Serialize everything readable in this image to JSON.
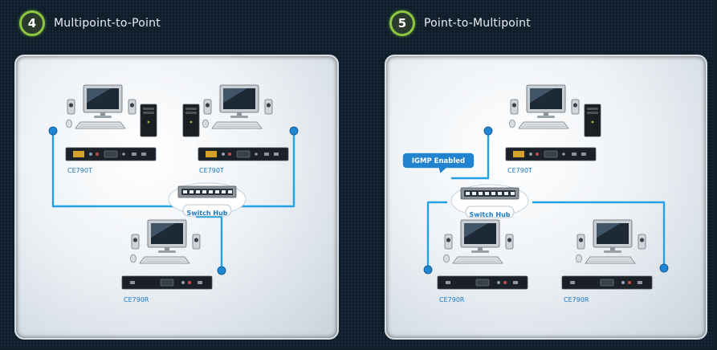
{
  "sections": [
    {
      "number": "4",
      "title": "Multipoint-to-Point",
      "transmitters": [
        "CE790T",
        "CE790T"
      ],
      "receivers": [
        "CE790R"
      ],
      "hub_label": "Switch Hub"
    },
    {
      "number": "5",
      "title": "Point-to-Multipoint",
      "transmitters": [
        "CE790T"
      ],
      "receivers": [
        "CE790R",
        "CE790R"
      ],
      "hub_label": "Switch Hub",
      "callout": "IGMP Enabled"
    }
  ],
  "colors": {
    "accent_green": "#8cc63f",
    "cable_blue": "#23a3e6",
    "label_blue": "#1a78c2",
    "background": "#0f1e2a"
  }
}
